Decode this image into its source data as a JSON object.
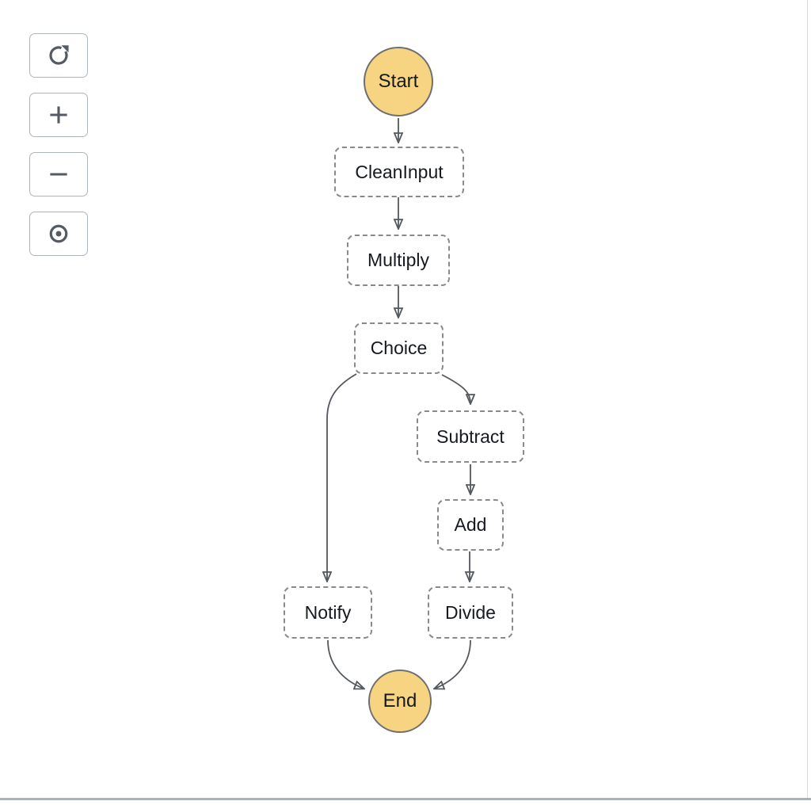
{
  "panel": {
    "background": "#ffffff",
    "border_right_color": "#d8dcdc",
    "border_bottom_color": "#a9b2b8"
  },
  "toolbar": {
    "border_color": "#aeb6bc",
    "icon_color": "#545b64",
    "buttons": [
      {
        "icon": "refresh-icon"
      },
      {
        "icon": "zoom-in-icon"
      },
      {
        "icon": "zoom-out-icon"
      },
      {
        "icon": "center-view-icon"
      }
    ]
  },
  "diagram": {
    "type": "state-machine-graph",
    "colors": {
      "terminal_fill": "#f6d482",
      "terminal_border": "#6f6f6f",
      "task_border": "#8a8a8a",
      "edge": "#53585e"
    },
    "nodes": [
      {
        "id": "start",
        "label": "Start",
        "shape": "circle"
      },
      {
        "id": "clean-input",
        "label": "CleanInput",
        "shape": "dashed-box"
      },
      {
        "id": "multiply",
        "label": "Multiply",
        "shape": "dashed-box"
      },
      {
        "id": "choice",
        "label": "Choice",
        "shape": "dashed-box"
      },
      {
        "id": "subtract",
        "label": "Subtract",
        "shape": "dashed-box"
      },
      {
        "id": "add",
        "label": "Add",
        "shape": "dashed-box"
      },
      {
        "id": "notify",
        "label": "Notify",
        "shape": "dashed-box"
      },
      {
        "id": "divide",
        "label": "Divide",
        "shape": "dashed-box"
      },
      {
        "id": "end",
        "label": "End",
        "shape": "circle"
      }
    ],
    "edges": [
      {
        "from": "Start",
        "to": "CleanInput"
      },
      {
        "from": "CleanInput",
        "to": "Multiply"
      },
      {
        "from": "Multiply",
        "to": "Choice"
      },
      {
        "from": "Choice",
        "to": "Notify"
      },
      {
        "from": "Choice",
        "to": "Subtract"
      },
      {
        "from": "Subtract",
        "to": "Add"
      },
      {
        "from": "Add",
        "to": "Divide"
      },
      {
        "from": "Notify",
        "to": "End"
      },
      {
        "from": "Divide",
        "to": "End"
      }
    ]
  }
}
